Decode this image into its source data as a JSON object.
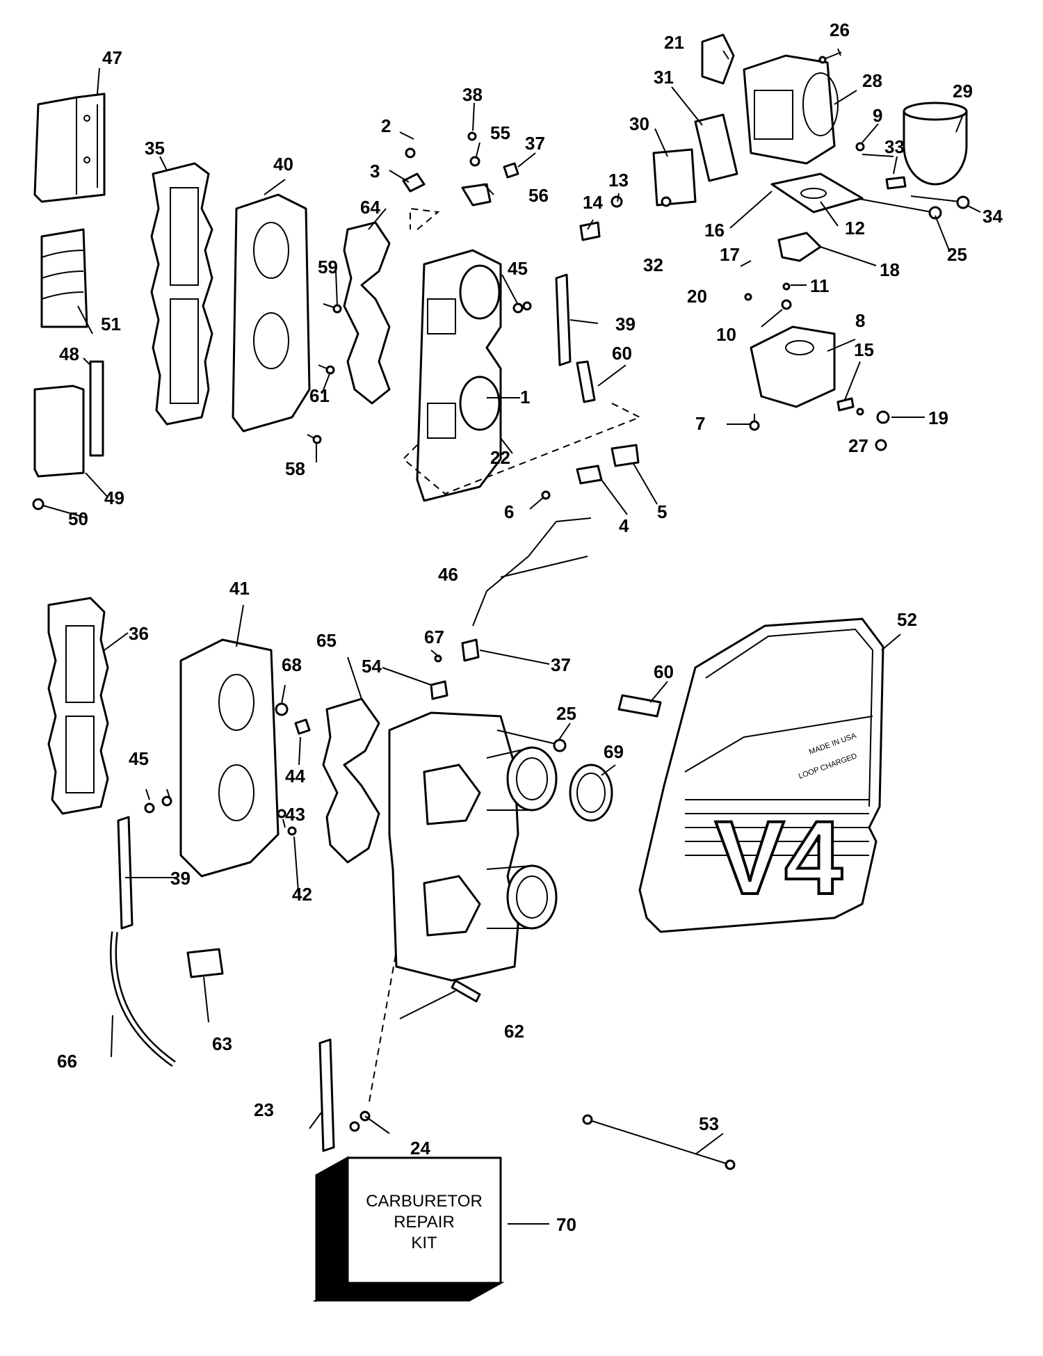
{
  "diagram": {
    "callouts": [
      {
        "id": "c1",
        "text": "1"
      },
      {
        "id": "c2",
        "text": "2"
      },
      {
        "id": "c3",
        "text": "3"
      },
      {
        "id": "c4",
        "text": "4"
      },
      {
        "id": "c5",
        "text": "5"
      },
      {
        "id": "c6",
        "text": "6"
      },
      {
        "id": "c7",
        "text": "7"
      },
      {
        "id": "c8",
        "text": "8"
      },
      {
        "id": "c9",
        "text": "9"
      },
      {
        "id": "c10",
        "text": "10"
      },
      {
        "id": "c11",
        "text": "11"
      },
      {
        "id": "c12",
        "text": "12"
      },
      {
        "id": "c13",
        "text": "13"
      },
      {
        "id": "c14",
        "text": "14"
      },
      {
        "id": "c15",
        "text": "15"
      },
      {
        "id": "c16",
        "text": "16"
      },
      {
        "id": "c17",
        "text": "17"
      },
      {
        "id": "c18",
        "text": "18"
      },
      {
        "id": "c19",
        "text": "19"
      },
      {
        "id": "c20",
        "text": "20"
      },
      {
        "id": "c21",
        "text": "21"
      },
      {
        "id": "c22",
        "text": "22"
      },
      {
        "id": "c23",
        "text": "23"
      },
      {
        "id": "c24",
        "text": "24"
      },
      {
        "id": "c25a",
        "text": "25"
      },
      {
        "id": "c25b",
        "text": "25"
      },
      {
        "id": "c26",
        "text": "26"
      },
      {
        "id": "c27",
        "text": "27"
      },
      {
        "id": "c28",
        "text": "28"
      },
      {
        "id": "c29",
        "text": "29"
      },
      {
        "id": "c30",
        "text": "30"
      },
      {
        "id": "c31",
        "text": "31"
      },
      {
        "id": "c32",
        "text": "32"
      },
      {
        "id": "c33",
        "text": "33"
      },
      {
        "id": "c34",
        "text": "34"
      },
      {
        "id": "c35",
        "text": "35"
      },
      {
        "id": "c36",
        "text": "36"
      },
      {
        "id": "c37a",
        "text": "37"
      },
      {
        "id": "c37b",
        "text": "37"
      },
      {
        "id": "c38",
        "text": "38"
      },
      {
        "id": "c39a",
        "text": "39"
      },
      {
        "id": "c39b",
        "text": "39"
      },
      {
        "id": "c40",
        "text": "40"
      },
      {
        "id": "c41",
        "text": "41"
      },
      {
        "id": "c42",
        "text": "42"
      },
      {
        "id": "c43",
        "text": "43"
      },
      {
        "id": "c44",
        "text": "44"
      },
      {
        "id": "c45a",
        "text": "45"
      },
      {
        "id": "c45b",
        "text": "45"
      },
      {
        "id": "c46",
        "text": "46"
      },
      {
        "id": "c47",
        "text": "47"
      },
      {
        "id": "c48",
        "text": "48"
      },
      {
        "id": "c49",
        "text": "49"
      },
      {
        "id": "c50",
        "text": "50"
      },
      {
        "id": "c51",
        "text": "51"
      },
      {
        "id": "c52",
        "text": "52"
      },
      {
        "id": "c53",
        "text": "53"
      },
      {
        "id": "c54",
        "text": "54"
      },
      {
        "id": "c55",
        "text": "55"
      },
      {
        "id": "c56",
        "text": "56"
      },
      {
        "id": "c58",
        "text": "58"
      },
      {
        "id": "c59",
        "text": "59"
      },
      {
        "id": "c60a",
        "text": "60"
      },
      {
        "id": "c60b",
        "text": "60"
      },
      {
        "id": "c61",
        "text": "61"
      },
      {
        "id": "c62",
        "text": "62"
      },
      {
        "id": "c63",
        "text": "63"
      },
      {
        "id": "c64",
        "text": "64"
      },
      {
        "id": "c65",
        "text": "65"
      },
      {
        "id": "c66",
        "text": "66"
      },
      {
        "id": "c67",
        "text": "67"
      },
      {
        "id": "c68",
        "text": "68"
      },
      {
        "id": "c69",
        "text": "69"
      },
      {
        "id": "c70",
        "text": "70"
      }
    ],
    "kit_label": [
      "CARBURETOR",
      "REPAIR",
      "KIT"
    ],
    "cover_text": {
      "brand_big": "V4",
      "small_1": "MADE IN USA",
      "small_2": "LOOP CHARGED"
    }
  }
}
